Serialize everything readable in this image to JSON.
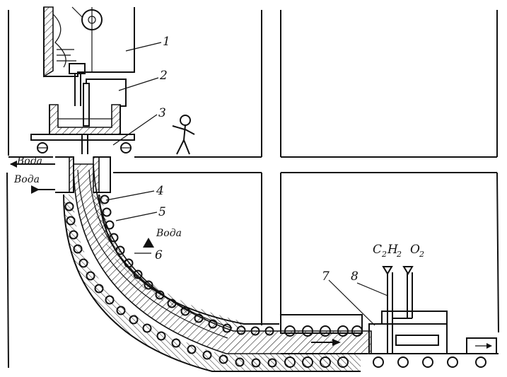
{
  "callouts": [
    "1",
    "2",
    "3",
    "4",
    "5",
    "6",
    "7",
    "8"
  ],
  "water_labels": {
    "w1": "Вода",
    "w2": "Вода",
    "w3": "Вода"
  },
  "gas_labels": {
    "acetylene_main": "C",
    "acetylene_sub1": "2",
    "acetylene_h": "H",
    "acetylene_sub2": "2",
    "oxygen_main": "O",
    "oxygen_sub": "2"
  }
}
